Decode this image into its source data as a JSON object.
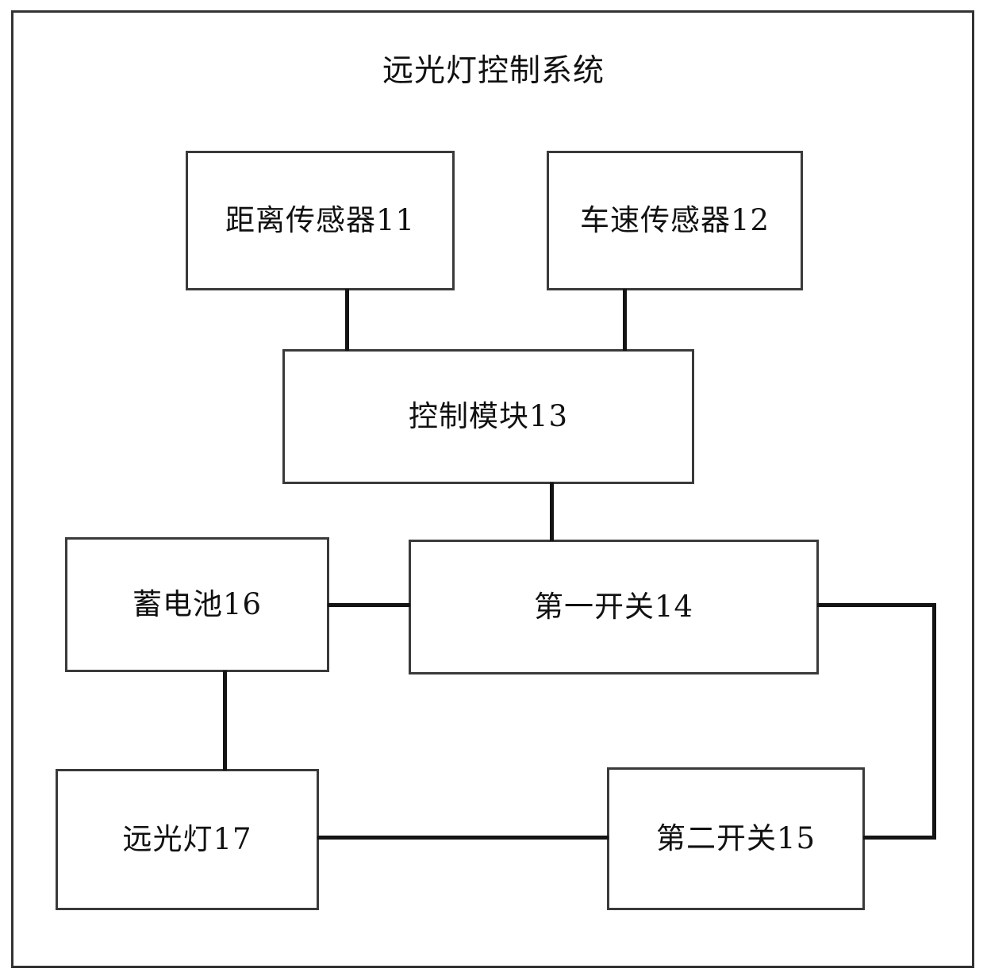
{
  "figure": {
    "title": "远光灯控制系统",
    "frame_color": "#333333",
    "box_border_color": "#3a3a3a",
    "line_color": "#141414",
    "background": "#ffffff"
  },
  "blocks": {
    "distance_sensor": {
      "label": "距离传感器11",
      "ref": "11"
    },
    "speed_sensor": {
      "label": "车速传感器12",
      "ref": "12"
    },
    "control_module": {
      "label": "控制模块13",
      "ref": "13"
    },
    "battery": {
      "label": "蓄电池16",
      "ref": "16"
    },
    "first_switch": {
      "label": "第一开关14",
      "ref": "14"
    },
    "high_beam": {
      "label": "远光灯17",
      "ref": "17"
    },
    "second_switch": {
      "label": "第二开关15",
      "ref": "15"
    }
  },
  "connections": [
    {
      "from": "距离传感器11",
      "to": "控制模块13"
    },
    {
      "from": "车速传感器12",
      "to": "控制模块13"
    },
    {
      "from": "控制模块13",
      "to": "第一开关14"
    },
    {
      "from": "蓄电池16",
      "to": "第一开关14"
    },
    {
      "from": "蓄电池16",
      "to": "远光灯17"
    },
    {
      "from": "远光灯17",
      "to": "第二开关15"
    },
    {
      "from": "第一开关14",
      "to": "第二开关15"
    }
  ]
}
